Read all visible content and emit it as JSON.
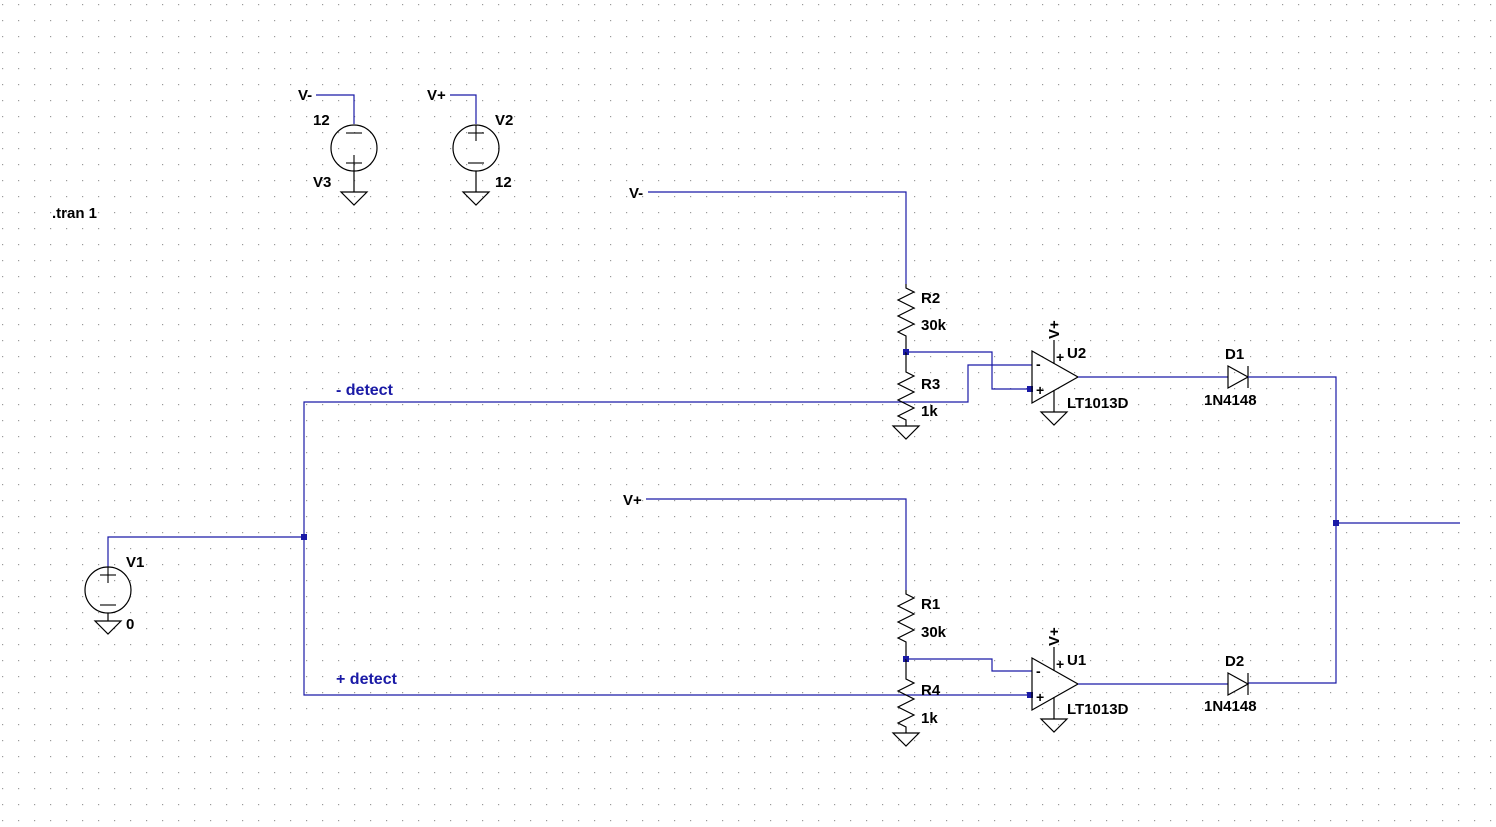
{
  "directive": ".tran 1",
  "sources": {
    "v3": {
      "name": "V3",
      "value": "12",
      "net": "V-"
    },
    "v2": {
      "name": "V2",
      "value": "12",
      "net": "V+"
    },
    "v1": {
      "name": "V1",
      "value": "0"
    }
  },
  "resistors": {
    "r2": {
      "name": "R2",
      "value": "30k"
    },
    "r3": {
      "name": "R3",
      "value": "1k"
    },
    "r1": {
      "name": "R1",
      "value": "30k"
    },
    "r4": {
      "name": "R4",
      "value": "1k"
    }
  },
  "opamps": {
    "u2": {
      "name": "U2",
      "model": "LT1013D",
      "supply": "V+"
    },
    "u1": {
      "name": "U1",
      "model": "LT1013D",
      "supply": "V+"
    }
  },
  "diodes": {
    "d1": {
      "name": "D1",
      "model": "1N4148"
    },
    "d2": {
      "name": "D2",
      "model": "1N4148"
    }
  },
  "net_labels": {
    "neg_detect": "- detect",
    "pos_detect": "+ detect",
    "vminus": "V-",
    "vplus": "V+"
  },
  "colors": {
    "wire": "#1a1aa6",
    "component": "#000000",
    "grid_dot": "#9a9a9a",
    "background": "#ffffff"
  }
}
